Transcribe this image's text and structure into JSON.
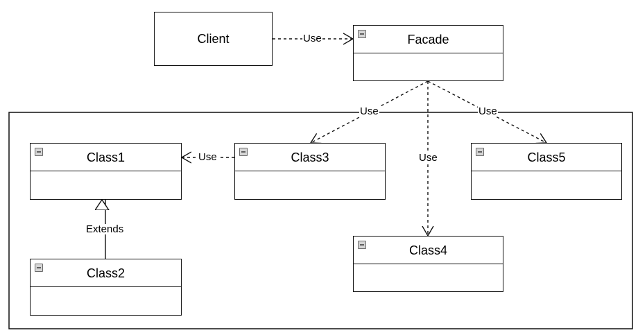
{
  "nodes": {
    "client": "Client",
    "facade": "Facade",
    "class1": "Class1",
    "class2": "Class2",
    "class3": "Class3",
    "class4": "Class4",
    "class5": "Class5"
  },
  "edges": {
    "client_facade": "Use",
    "facade_class3": "Use",
    "facade_class4": "Use",
    "facade_class5": "Use",
    "class3_class1": "Use",
    "class2_class1": "Extends"
  },
  "icons": {
    "collapse": "collapse-icon"
  }
}
